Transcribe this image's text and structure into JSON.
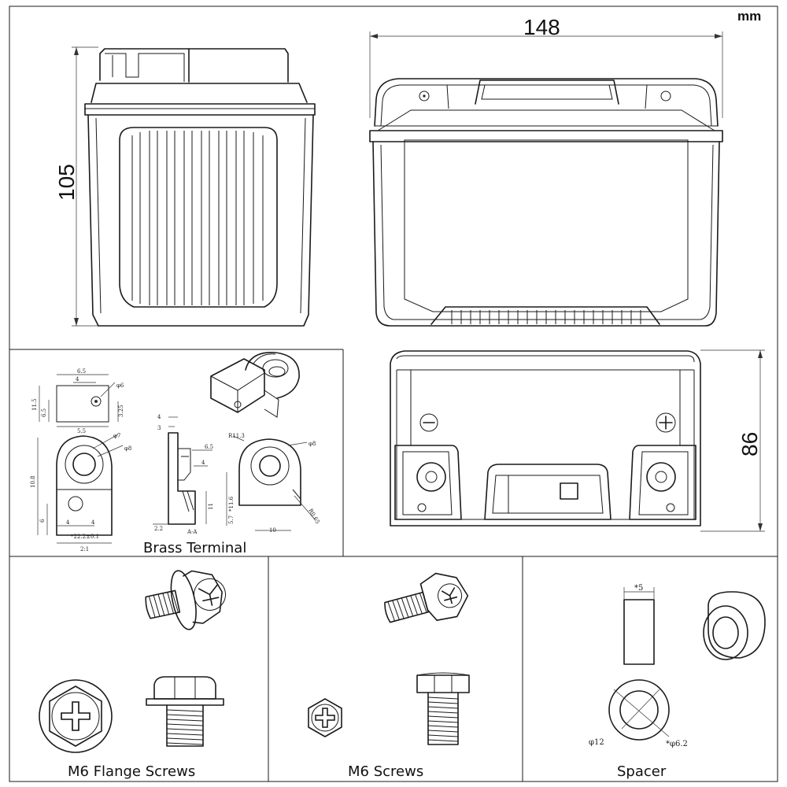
{
  "units": "mm",
  "dimensions": {
    "width": "148",
    "height": "105",
    "depth": "86"
  },
  "terminal": {
    "caption": "Brass Terminal",
    "labels": {
      "w_top": "6.5",
      "w_inner": "4",
      "w_bottom": "5.5",
      "h_left": "11.5",
      "h_mid": "6.5",
      "h_right": "3.25",
      "phi6": "φ6",
      "phi7": "φ7",
      "phi8": "φ8",
      "side_4": "4",
      "side_3": "3",
      "side_65": "6.5",
      "side_4b": "4",
      "side_11": "11",
      "side_22": "2.2",
      "side_aa": "A-A",
      "h_108": "10.8",
      "h_6": "6",
      "w_4a": "4",
      "w_4b": "4",
      "w_range": "*22.2±0.1",
      "scale": "2:1",
      "r_113": "R11.3",
      "h_116": "*11.6",
      "h_57": "5.7",
      "w_10": "10",
      "r_065": "R0.65"
    }
  },
  "flange_screws": {
    "caption": "M6 Flange Screws"
  },
  "screws": {
    "caption": "M6  Screws"
  },
  "spacer": {
    "caption": "Spacer",
    "height_label": "*5",
    "outer_label": "φ12",
    "inner_label": "*φ6.2"
  }
}
